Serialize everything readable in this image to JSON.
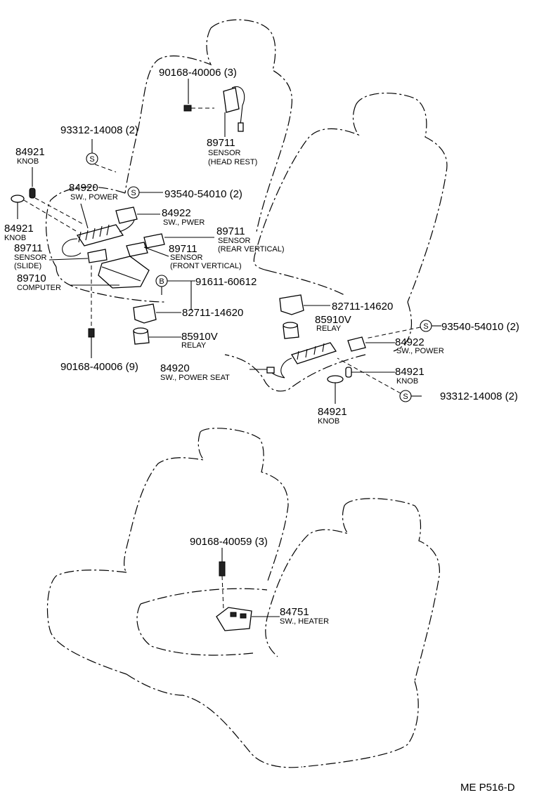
{
  "labels": [
    {
      "id": "bolt-headrest-qty",
      "text": "90168-40006 (3)"
    },
    {
      "id": "sensor-headrest-pn",
      "text": "89711"
    },
    {
      "id": "sensor-headrest-nm1",
      "text": "SENSOR"
    },
    {
      "id": "sensor-headrest-nm2",
      "text": "(HEAD REST)"
    },
    {
      "id": "screw-left-top",
      "text": "93312-14008 (2)"
    },
    {
      "id": "knob-top-pn",
      "text": "84921"
    },
    {
      "id": "knob-top-nm",
      "text": "KNOB"
    },
    {
      "id": "switch-left-pn",
      "text": "84920"
    },
    {
      "id": "switch-left-nm",
      "text": "SW., POWER"
    },
    {
      "id": "screw-left-mid",
      "text": "93540-54010 (2)"
    },
    {
      "id": "sw-pwer-pn",
      "text": "84922"
    },
    {
      "id": "sw-pwer-nm",
      "text": "SW., PWER"
    },
    {
      "id": "knob-left-pn",
      "text": "84921"
    },
    {
      "id": "knob-left-nm",
      "text": "KNOB"
    },
    {
      "id": "sensor-rv-pn",
      "text": "89711"
    },
    {
      "id": "sensor-rv-nm1",
      "text": "SENSOR"
    },
    {
      "id": "sensor-rv-nm2",
      "text": "(REAR VERTICAL)"
    },
    {
      "id": "sensor-slide-pn",
      "text": "89711"
    },
    {
      "id": "sensor-slide-nm1",
      "text": "SENSOR"
    },
    {
      "id": "sensor-slide-nm2",
      "text": "(SLIDE)"
    },
    {
      "id": "sensor-fv-pn",
      "text": "89711"
    },
    {
      "id": "sensor-fv-nm1",
      "text": "SENSOR"
    },
    {
      "id": "sensor-fv-nm2",
      "text": "(FRONT VERTICAL)"
    },
    {
      "id": "computer-pn",
      "text": "89710"
    },
    {
      "id": "computer-nm",
      "text": "COMPUTER"
    },
    {
      "id": "bolt-b",
      "text": "91611-60612"
    },
    {
      "id": "relay-bracket-left",
      "text": "82711-14620"
    },
    {
      "id": "relay-left-pn",
      "text": "85910V"
    },
    {
      "id": "relay-left-nm",
      "text": "RELAY"
    },
    {
      "id": "bolt-left-bottom",
      "text": "90168-40006 (9)"
    },
    {
      "id": "switch-seat-pn",
      "text": "84920"
    },
    {
      "id": "switch-seat-nm",
      "text": "SW., POWER SEAT"
    },
    {
      "id": "relay-bracket-right",
      "text": "82711-14620"
    },
    {
      "id": "relay-right-pn",
      "text": "85910V"
    },
    {
      "id": "relay-right-nm",
      "text": "RELAY"
    },
    {
      "id": "screw-right-top",
      "text": "93540-54010 (2)"
    },
    {
      "id": "sw-power-right-pn",
      "text": "84922"
    },
    {
      "id": "sw-power-right-nm",
      "text": "SW., POWER"
    },
    {
      "id": "knob-right-pn",
      "text": "84921"
    },
    {
      "id": "knob-right-nm",
      "text": "KNOB"
    },
    {
      "id": "screw-right-bottom",
      "text": "93312-14008 (2)"
    },
    {
      "id": "knob-bottom-pn",
      "text": "84921"
    },
    {
      "id": "knob-bottom-nm",
      "text": "KNOB"
    },
    {
      "id": "bolt-heater",
      "text": "90168-40059 (3)"
    },
    {
      "id": "heater-pn",
      "text": "84751"
    },
    {
      "id": "heater-nm",
      "text": "SW., HEATER"
    },
    {
      "id": "ref-code",
      "text": "ME P516-D"
    }
  ],
  "symbols": {
    "s": "S",
    "b": "B"
  }
}
